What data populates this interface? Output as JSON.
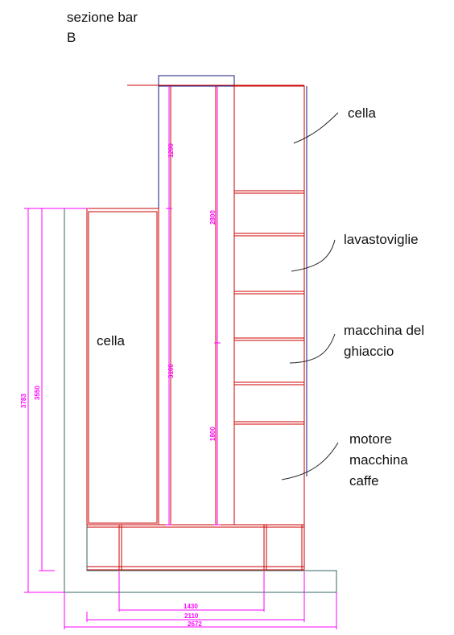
{
  "title": {
    "line1": "sezione bar",
    "line2": "B"
  },
  "labels": {
    "cella_right": "cella",
    "cella_left": "cella",
    "lavastoviglie": "lavastoviglie",
    "macchina_line1": "macchina del",
    "macchina_line2": "ghiaccio",
    "motore_line1": "motore",
    "motore_line2": "macchina",
    "motore_line3": "caffe"
  },
  "dimensions": {
    "d1200": "1200",
    "d2800": "2800",
    "d3100": "3100",
    "d1800": "1800",
    "d3783": "3783",
    "d3550": "3550",
    "d1430": "1430",
    "d2110": "2110",
    "d2672": "2672"
  },
  "colors": {
    "cabinet": "#cc0000",
    "outline": "#1a1a80",
    "dimension": "#ff00ff",
    "base": "#336666",
    "leader": "#222222"
  }
}
